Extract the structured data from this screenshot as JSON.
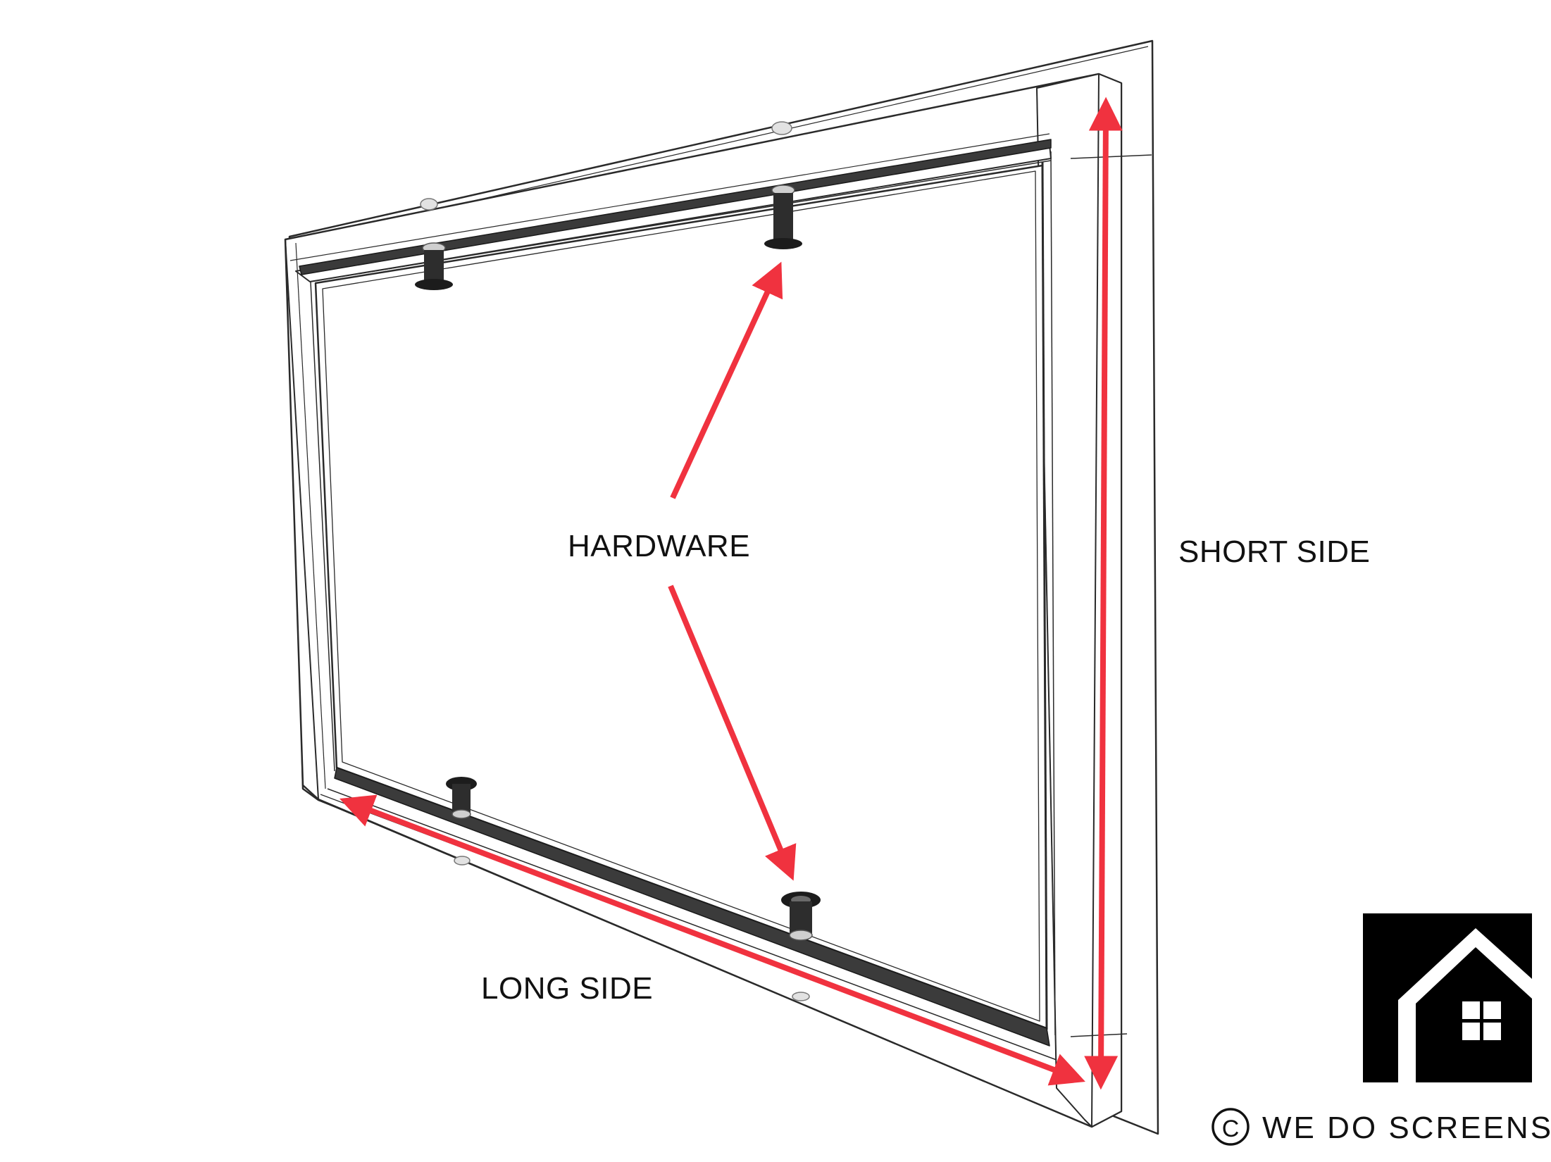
{
  "labels": {
    "hardware": "HARDWARE",
    "short_side": "SHORT SIDE",
    "long_side": "LONG SIDE"
  },
  "brand": {
    "copyright_symbol": "C",
    "name": "WE DO SCREENS",
    "logo_icon": "house-icon"
  },
  "colors": {
    "arrow": "#f0323f",
    "frame_stroke": "#2a2a2a",
    "logo": "#000000",
    "background": "#ffffff"
  }
}
